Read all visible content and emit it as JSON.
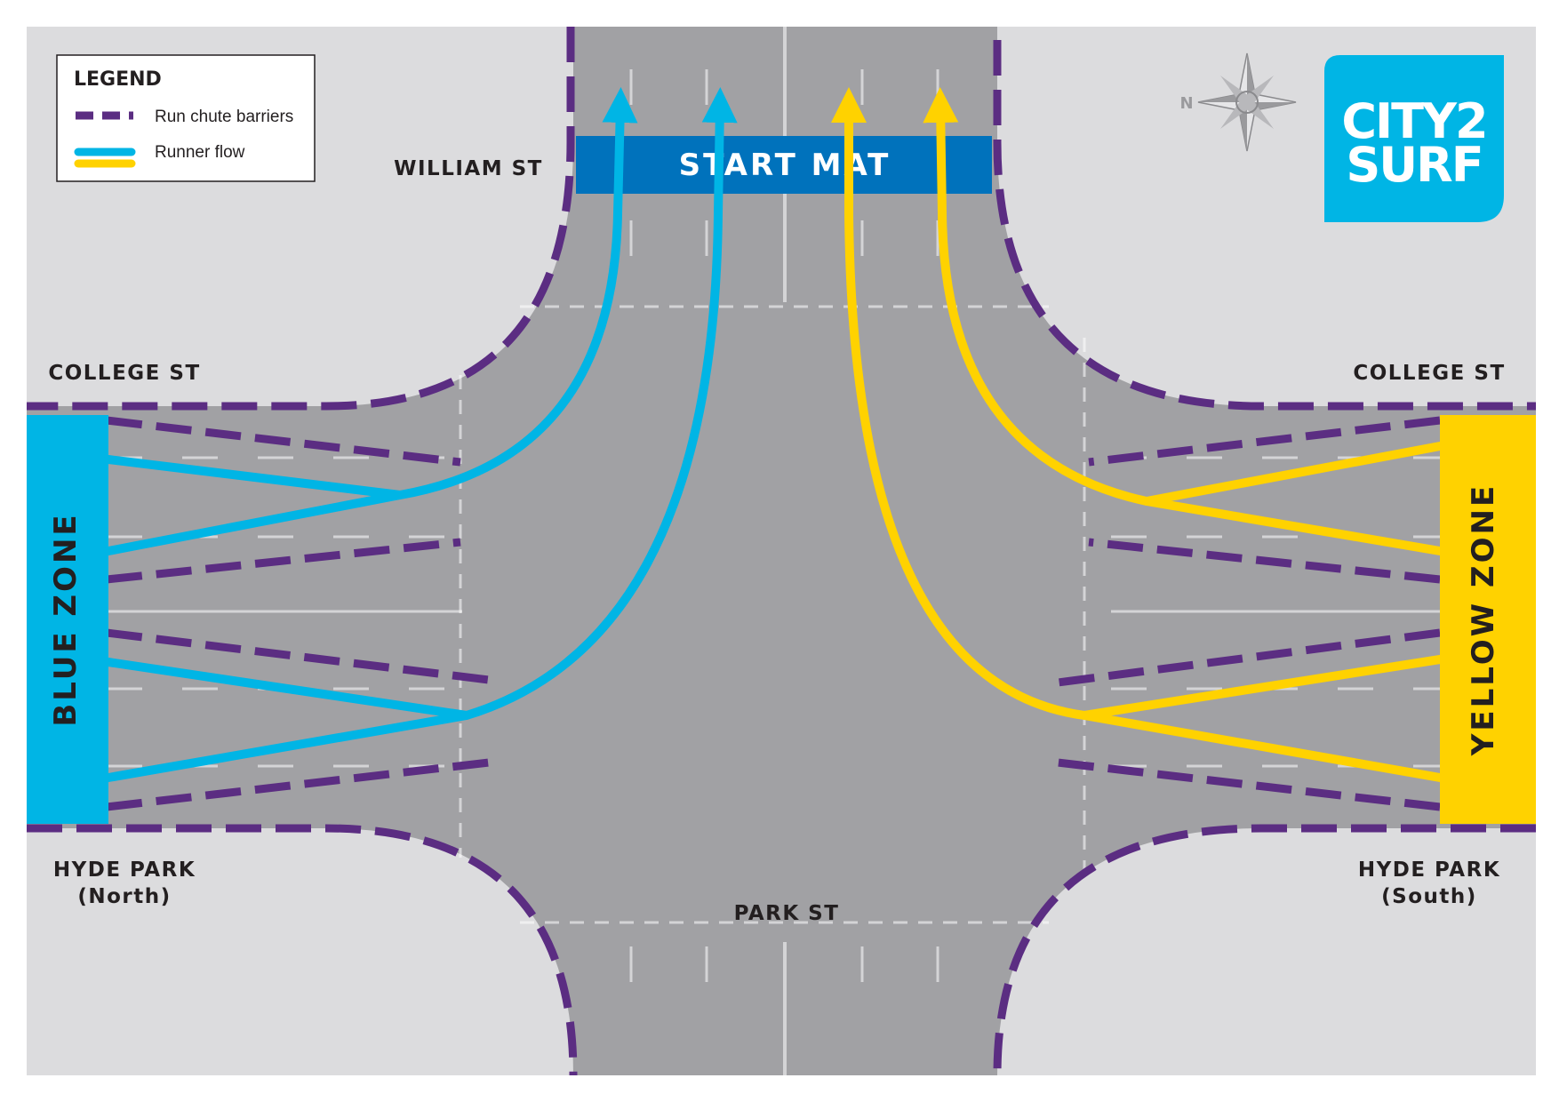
{
  "legend": {
    "title": "LEGEND",
    "barriers_label": "Run chute barriers",
    "flow_label": "Runner flow"
  },
  "streets": {
    "william": "WILLIAM ST",
    "college_left": "COLLEGE ST",
    "college_right": "COLLEGE ST",
    "hyde_north_1": "HYDE PARK",
    "hyde_north_2": "(North)",
    "hyde_south_1": "HYDE PARK",
    "hyde_south_2": "(South)",
    "park": "PARK ST"
  },
  "start_mat": "START MAT",
  "zones": {
    "blue": "BLUE ZONE",
    "yellow": "YELLOW ZONE"
  },
  "compass": {
    "north": "N"
  },
  "logo": {
    "line1": "CITY2",
    "line2": "SURF"
  },
  "colors": {
    "purple": "#5b2d82",
    "blue": "#00b5e5",
    "yellow": "#ffd200",
    "mat": "#0072bc",
    "road": "#a1a1a4",
    "footpath": "#dcdcde"
  }
}
